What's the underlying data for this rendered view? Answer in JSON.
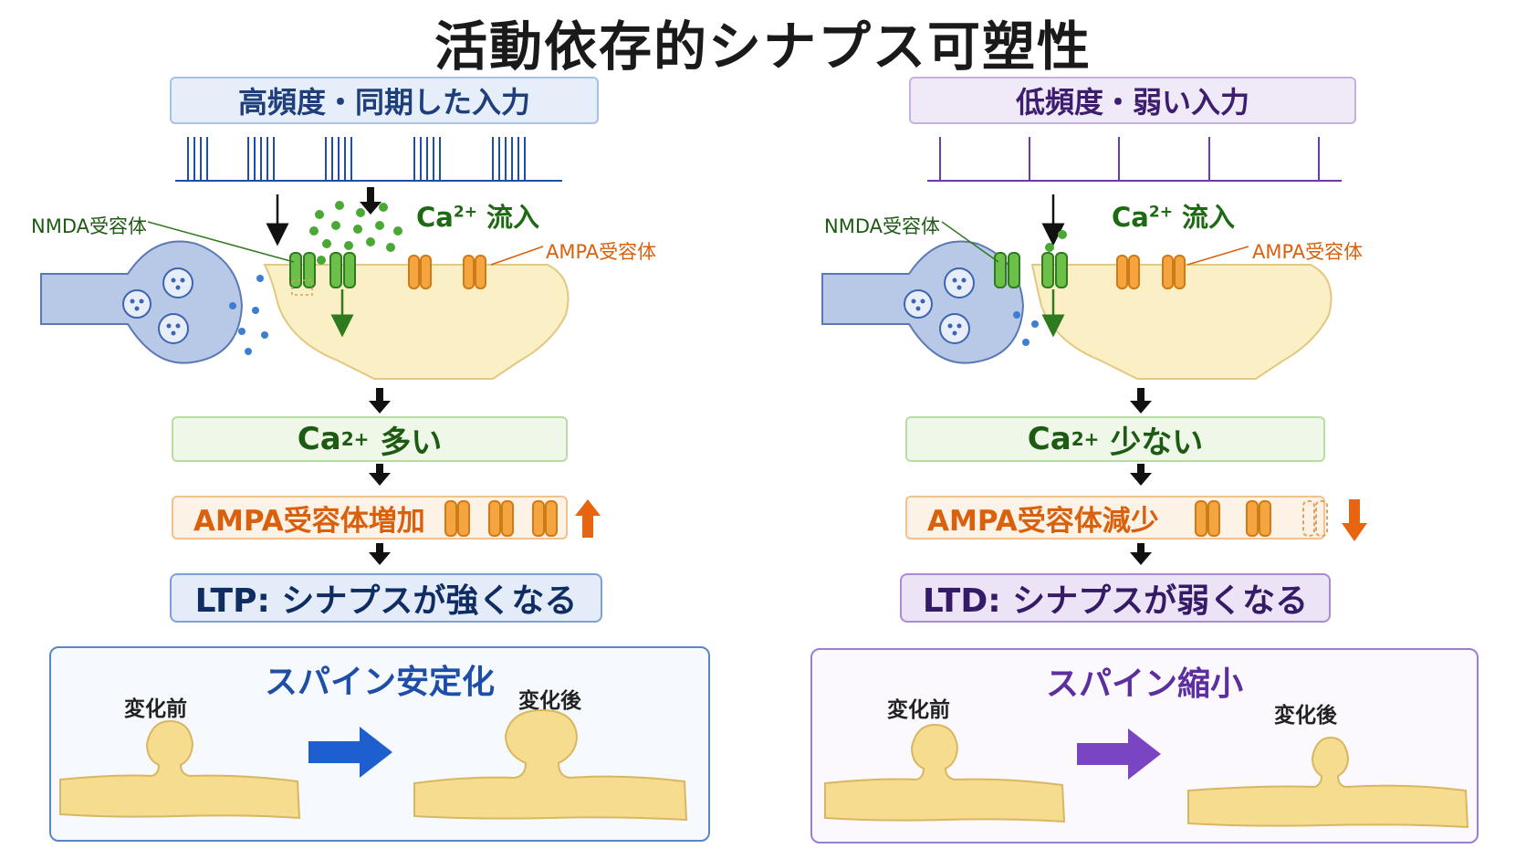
{
  "title": "活動依存的シナプス可塑性",
  "ca_symbol": "Ca",
  "ca_charge": "2+",
  "left": {
    "input_label": "高頻度・同期した入力",
    "nmda_label": "NMDA受容体",
    "ampa_label": "AMPA受容体",
    "ca_influx": "流入",
    "ca_level": "多い",
    "ampa_change": "AMPA受容体増加",
    "result": "LTP: シナプスが強くなる",
    "spine_title": "スパイン安定化",
    "before": "変化前",
    "after": "変化後"
  },
  "right": {
    "input_label": "低頻度・弱い入力",
    "nmda_label": "NMDA受容体",
    "ampa_label": "AMPA受容体",
    "ca_influx": "流入",
    "ca_level": "少ない",
    "ampa_change": "AMPA受容体減少",
    "result": "LTD: シナプスが弱くなる",
    "spine_title": "スパイン縮小",
    "before": "変化前",
    "after": "変化後"
  },
  "colors": {
    "ltp": "#1e4fa8",
    "ltd": "#5b2f9e",
    "nmda": "#4aa835",
    "ampa": "#f0962b",
    "increase_arrow": "#e8650f",
    "decrease_arrow": "#e8650f",
    "spine": "#f6dc8e"
  }
}
